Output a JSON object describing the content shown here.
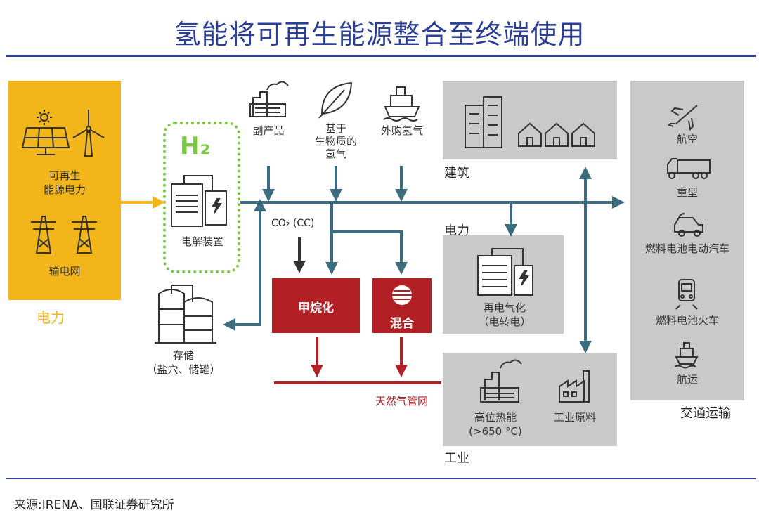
{
  "title": "氢能将可再生能源整合至终端使用",
  "source": "来源:IRENA、国联证券研究所",
  "colors": {
    "title_blue": "#2b3f94",
    "flow_blue": "#3b6d7f",
    "power_yellow": "#f3b61a",
    "gray_panel": "#c9c9c9",
    "gas_red": "#b21f24",
    "h2_green": "#7ac943"
  },
  "power": {
    "section_label": "电力",
    "renewable_label": "可再生\n能源电力",
    "grid_label": "输电网",
    "icons": [
      "sun-icon",
      "solar-panel-icon",
      "wind-turbine-icon",
      "transmission-tower-icon"
    ]
  },
  "electrolyzer": {
    "h2": "H₂",
    "label": "电解装置"
  },
  "storage": {
    "label": "存储\n（盐穴、储罐）"
  },
  "inputs": {
    "byproduct": "副产品",
    "biomass": "基于\n生物质的\n氢气",
    "import": "外购氢气"
  },
  "co2_label": "CO₂ (CC)",
  "methanation": "甲烷化",
  "blending": "混合",
  "gas_grid": "天然气管网",
  "buildings": {
    "label": "建筑"
  },
  "power_end": {
    "section_label": "电力",
    "label": "再电气化\n（电转电）"
  },
  "industry": {
    "section_label": "工业",
    "heat_label": "高位热能\n(>650 °C)",
    "feedstock_label": "工业原料"
  },
  "transport": {
    "section_label": "交通运输",
    "items": [
      {
        "label": "航空",
        "icon": "airplane-icon"
      },
      {
        "label": "重型",
        "icon": "truck-icon"
      },
      {
        "label": "燃料电池电动汽车",
        "icon": "car-icon"
      },
      {
        "label": "燃料电池火车",
        "icon": "train-icon"
      },
      {
        "label": "航运",
        "icon": "ship-icon"
      }
    ]
  }
}
